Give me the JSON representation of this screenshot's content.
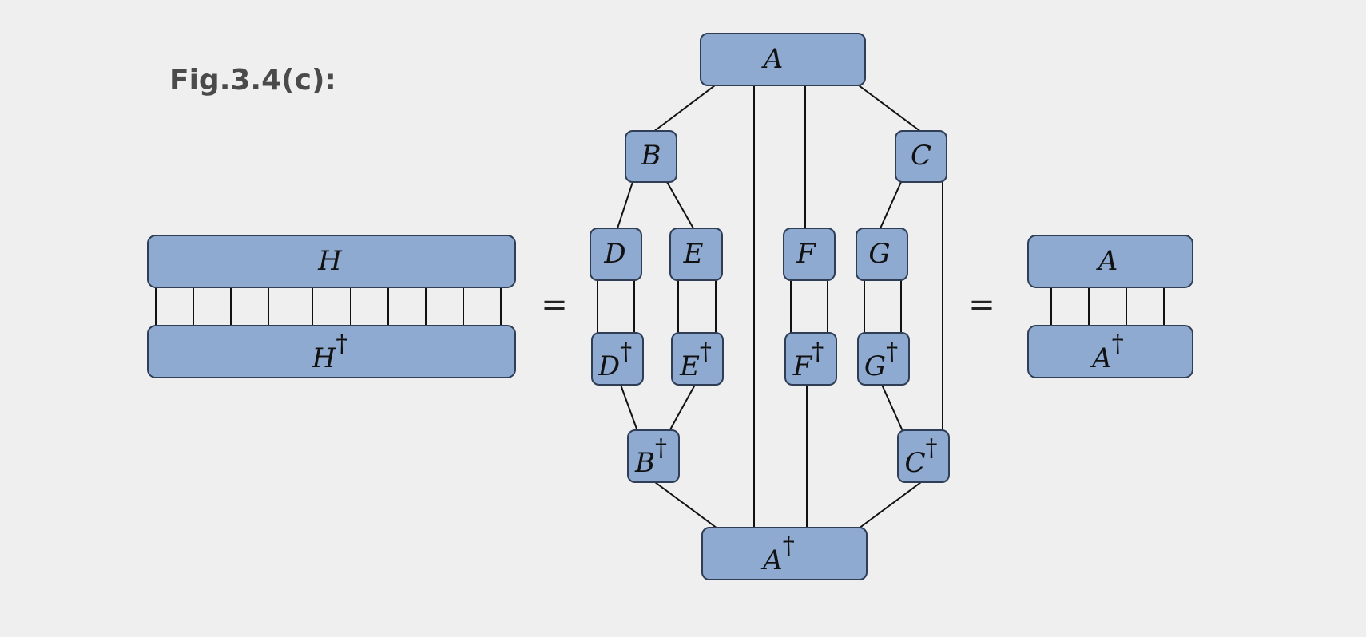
{
  "caption": "Fig.3.4(c):",
  "equals_sign": "=",
  "dagger": "†",
  "left": {
    "top_label": "H",
    "bottom_label": "H",
    "bottom_dagger": "†",
    "num_wires": 10
  },
  "middle": {
    "top": "A",
    "bottom": "A",
    "bottom_dagger": "†",
    "B": "B",
    "C": "C",
    "D": "D",
    "E": "E",
    "F": "F",
    "G": "G",
    "Bd": "B",
    "Cd": "C",
    "Dd": "D",
    "Ed": "E",
    "Fd": "F",
    "Gd": "G"
  },
  "right": {
    "top_label": "A",
    "bottom_label": "A",
    "bottom_dagger": "†",
    "num_wires": 4
  }
}
